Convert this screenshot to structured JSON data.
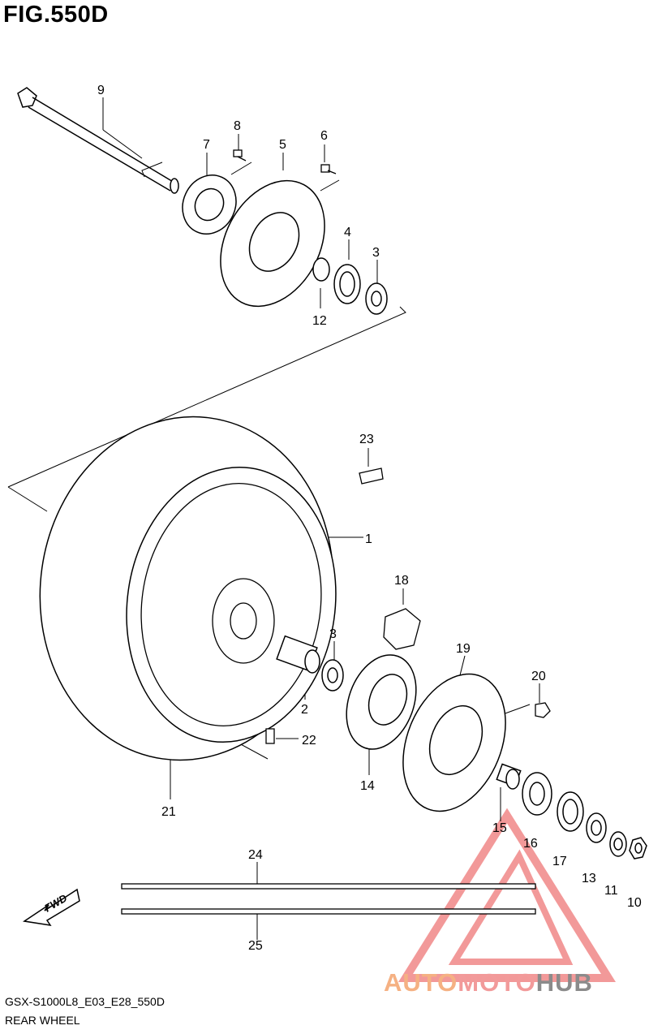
{
  "figure": {
    "title": "FIG.550D"
  },
  "callouts": [
    "9",
    "8",
    "7",
    "5",
    "6",
    "4",
    "3",
    "12",
    "23",
    "1",
    "18",
    "3",
    "19",
    "20",
    "2",
    "22",
    "14",
    "21",
    "15",
    "16",
    "17",
    "13",
    "11",
    "10",
    "24",
    "25"
  ],
  "direction_arrow": {
    "label": "FWD"
  },
  "footer": {
    "model_code": "GSX-S1000L8_E03_E28_550D",
    "caption": "REAR WHEEL"
  },
  "watermark": {
    "part1": "AUTO",
    "part2": "MOTO",
    "part3": "HUB"
  },
  "colors": {
    "line": "#000000",
    "watermark_orange": "#f5b183",
    "watermark_red": "#f08080",
    "watermark_gray": "#8b8b8b"
  }
}
